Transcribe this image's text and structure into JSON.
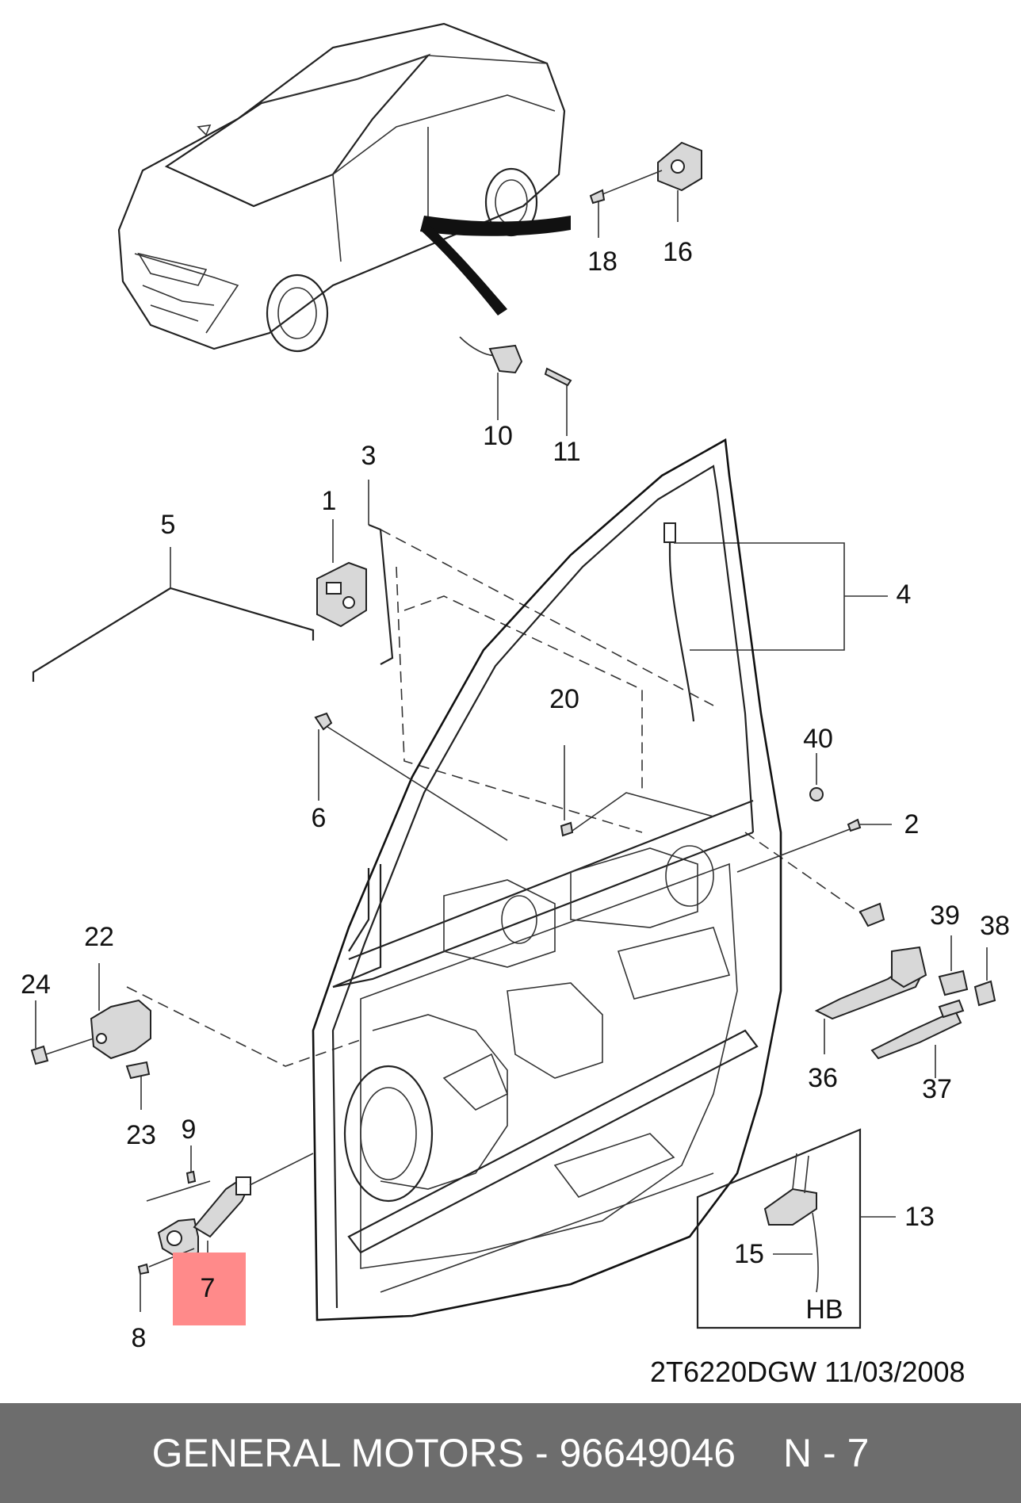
{
  "callouts": {
    "c1": "1",
    "c2": "2",
    "c3": "3",
    "c4": "4",
    "c5": "5",
    "c6": "6",
    "c7": "7",
    "c8": "8",
    "c9": "9",
    "c10": "10",
    "c11": "11",
    "c13": "13",
    "c15": "15",
    "c16": "16",
    "c18": "18",
    "c20": "20",
    "c22": "22",
    "c23": "23",
    "c24": "24",
    "c36": "36",
    "c37": "37",
    "c38": "38",
    "c39": "39",
    "c40": "40",
    "hb": "HB"
  },
  "doc_code": "2T6220DGW  11/03/2008",
  "footer": {
    "brand": "GENERAL MOTORS",
    "separator": " - ",
    "part_number": "96649046",
    "page": "N - 7"
  },
  "highlight_color": "#ff8a8a",
  "footer_color": "#6d6d6d"
}
